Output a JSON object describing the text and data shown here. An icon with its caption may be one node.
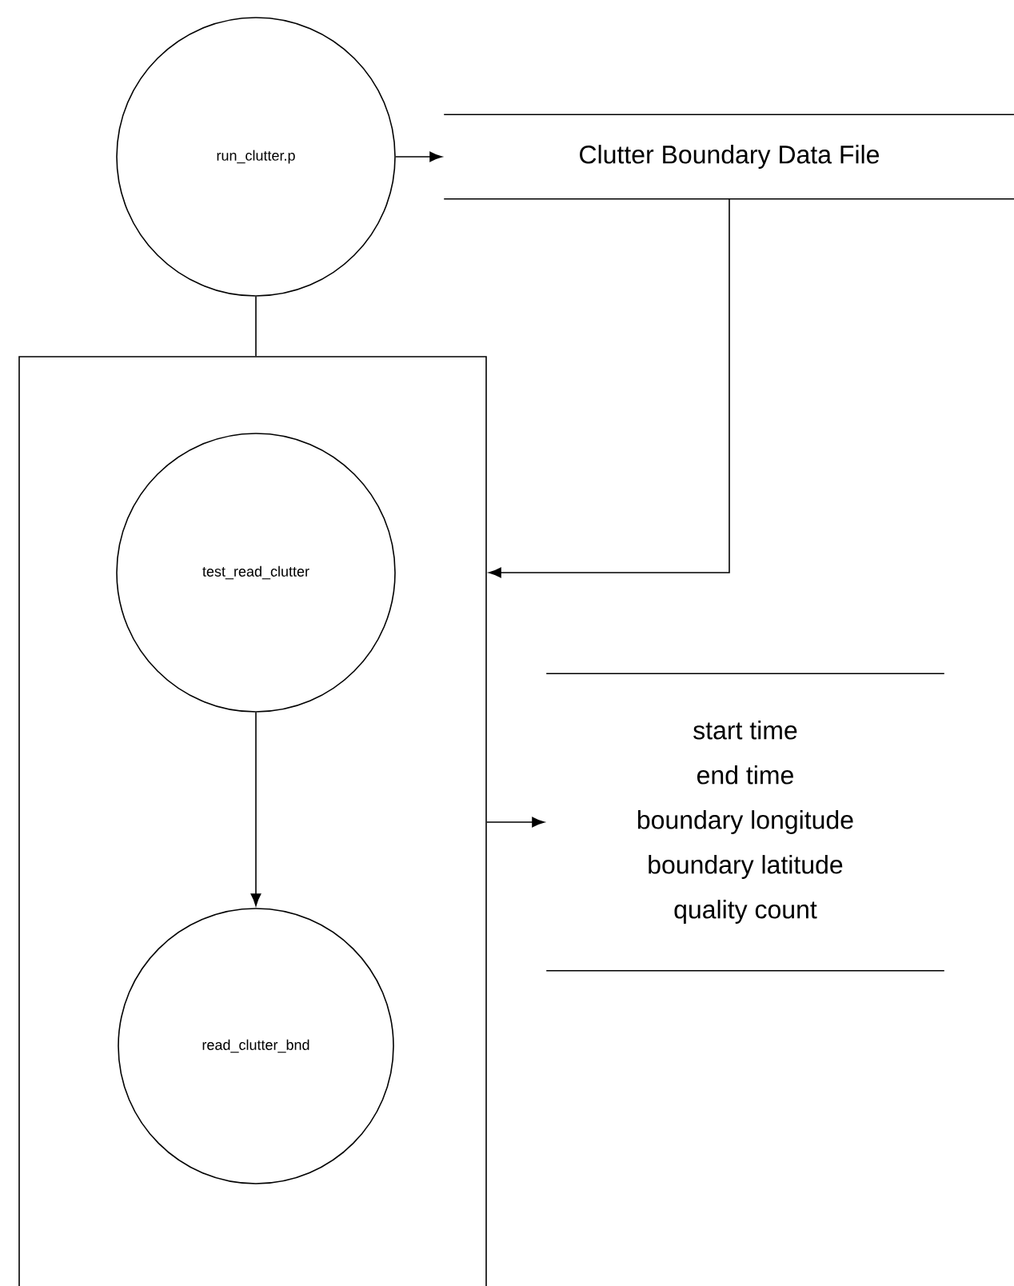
{
  "diagram": {
    "nodes": [
      {
        "text": [
          "run_clutter.p"
        ]
      },
      {
        "text": [
          "Clutter Boundary Data File"
        ]
      },
      {
        "text": [],
        "shape": "box"
      },
      {
        "text": [
          "test_read_clutter"
        ],
        "in": 2
      },
      {
        "text": [
          "read_clutter_bnd"
        ],
        "in": 2
      },
      {
        "text": [
          "start time",
          "end time",
          "boundary longitude",
          "boundary latitude",
          "quality count"
        ]
      }
    ],
    "edges": [
      {
        "from": 0,
        "to": 1,
        "arrow": "to"
      },
      {
        "from": 0,
        "to": 2,
        "arrow": "none"
      },
      {
        "from": 1,
        "to": 2,
        "arrow": "to"
      },
      {
        "from": 3,
        "to": 4,
        "arrow": "to"
      },
      {
        "from": 2,
        "to": 5,
        "arrow": "to"
      }
    ]
  }
}
